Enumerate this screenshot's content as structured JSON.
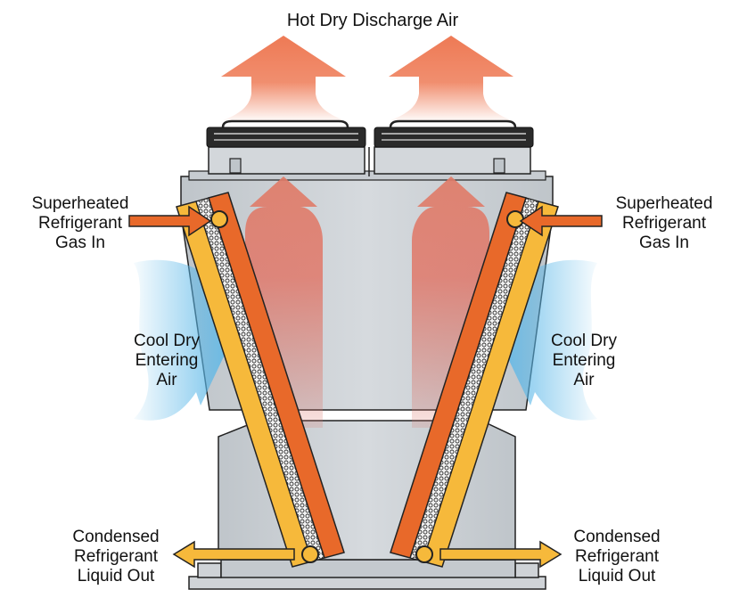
{
  "labels": {
    "discharge": "Hot Dry Discharge Air",
    "gas_in_left": [
      "Superheated",
      "Refrigerant",
      "Gas In"
    ],
    "gas_in_right": [
      "Superheated",
      "Refrigerant",
      "Gas In"
    ],
    "cool_air_left": [
      "Cool Dry",
      "Entering",
      "Air"
    ],
    "cool_air_right": [
      "Cool Dry",
      "Entering",
      "Air"
    ],
    "liquid_out_left": [
      "Condensed",
      "Refrigerant",
      "Liquid Out"
    ],
    "liquid_out_right": [
      "Condensed",
      "Refrigerant",
      "Liquid Out"
    ]
  },
  "colors": {
    "hot_air": "#ee7a55",
    "cool_air": "#5ab7e8",
    "gas_inlet": "#e8692a",
    "liquid_outlet": "#f6b93b",
    "casing": "#c9ced3",
    "coil_orange": "#e8692a",
    "coil_yellow": "#f6b93b"
  }
}
